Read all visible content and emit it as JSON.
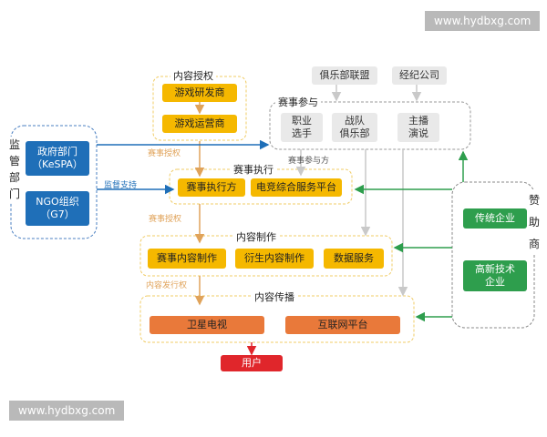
{
  "watermark": "www.hydbxg.com",
  "regulators": {
    "title": "监管部门",
    "items": [
      "政府部门\n（KeSPA）",
      "NGO组织\n（G7）"
    ]
  },
  "content_auth": {
    "title": "内容授权",
    "items": [
      "游戏研发商",
      "游戏运营商"
    ]
  },
  "top_orgs": [
    "俱乐部联盟",
    "经纪公司"
  ],
  "participants": {
    "title": "赛事参与",
    "items": [
      "职业\n选手",
      "战队\n俱乐部",
      "主播\n演说"
    ]
  },
  "execution": {
    "title": "赛事执行",
    "items": [
      "赛事执行方",
      "电竞综合服务平台"
    ]
  },
  "production": {
    "title": "内容制作",
    "items": [
      "赛事内容制作",
      "衍生内容制作",
      "数据服务"
    ]
  },
  "distribution": {
    "title": "内容传播",
    "items": [
      "卫星电视",
      "互联网平台"
    ]
  },
  "user": "用户",
  "sponsors": {
    "title": "赞助商",
    "items": [
      "传统企业",
      "高新技术\n企业"
    ]
  },
  "arrow_labels": {
    "event_auth_1": "赛事授权",
    "event_auth_2": "赛事授权",
    "supervise": "监督支持",
    "participants": "赛事参与方",
    "distribution_rights": "内容发行权"
  }
}
